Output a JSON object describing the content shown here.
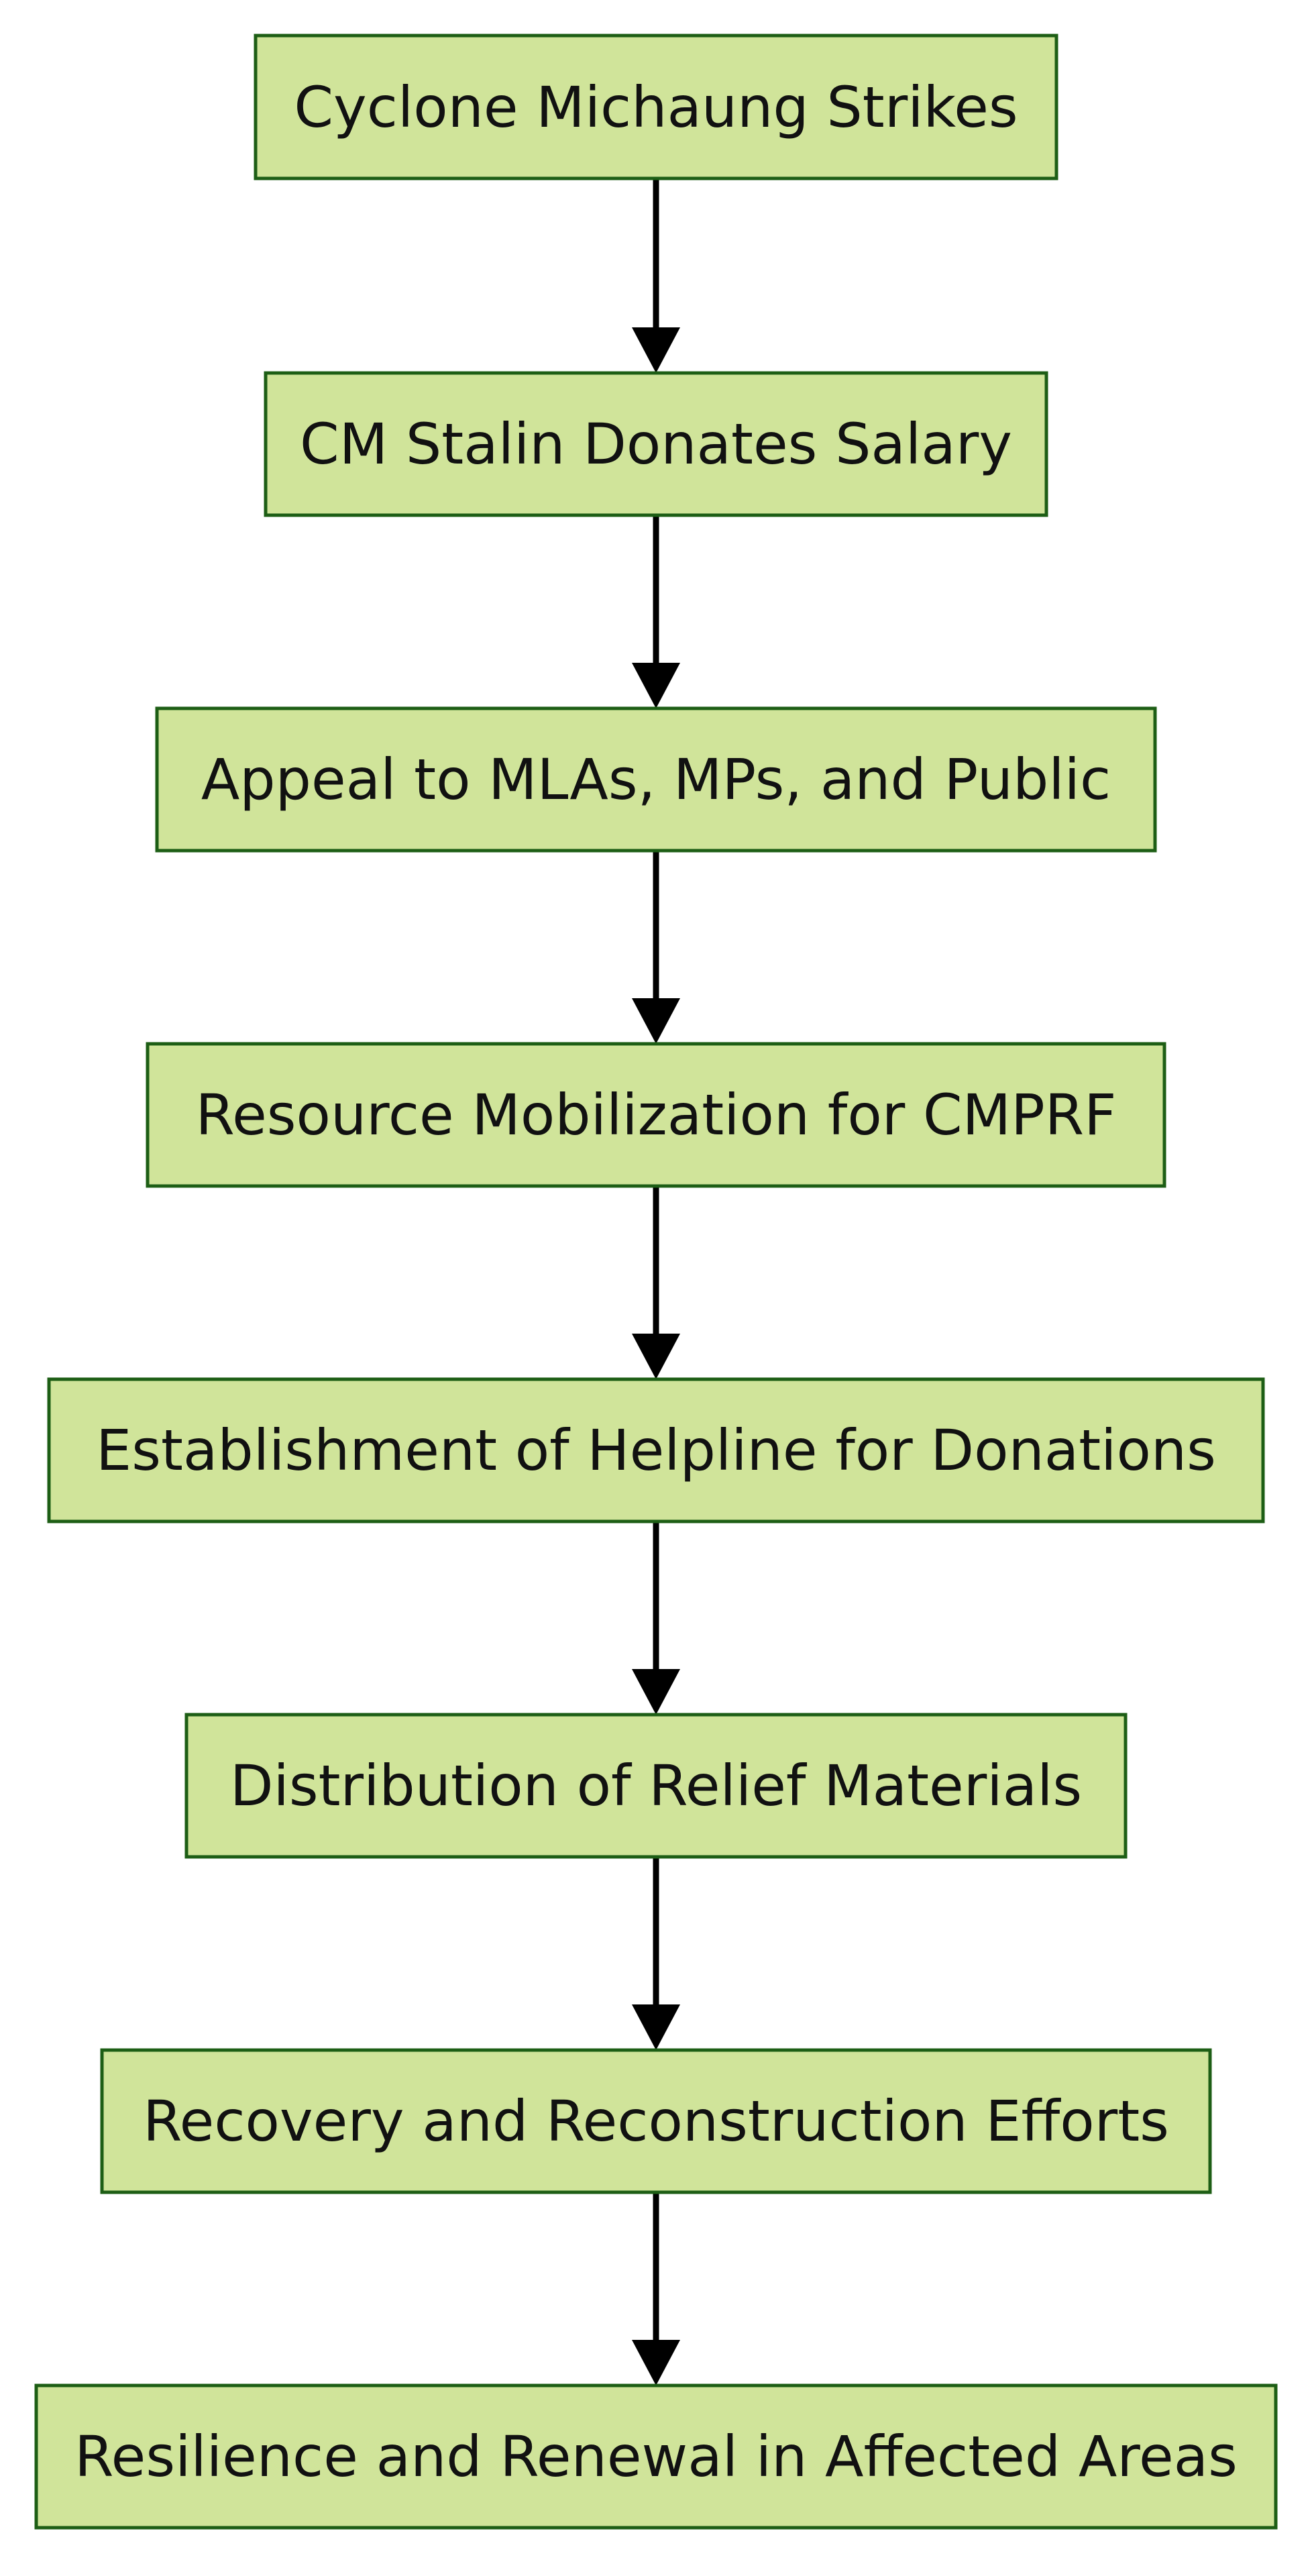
{
  "flowchart": {
    "colors": {
      "node_fill": "#d0e49a",
      "node_border": "#1d5e15",
      "arrow": "#000000",
      "text": "#111111",
      "background": "#ffffff"
    },
    "nodes": [
      {
        "id": "cyclone",
        "label": "Cyclone Michaung Strikes"
      },
      {
        "id": "salary",
        "label": "CM Stalin Donates Salary"
      },
      {
        "id": "appeal",
        "label": "Appeal to MLAs, MPs, and Public"
      },
      {
        "id": "mobilization",
        "label": "Resource Mobilization for CMPRF"
      },
      {
        "id": "helpline",
        "label": "Establishment of Helpline for Donations"
      },
      {
        "id": "distribution",
        "label": "Distribution of Relief Materials"
      },
      {
        "id": "recovery",
        "label": "Recovery and Reconstruction Efforts"
      },
      {
        "id": "resilience",
        "label": "Resilience and Renewal in Affected Areas"
      }
    ],
    "edges": [
      {
        "from": "cyclone",
        "to": "salary"
      },
      {
        "from": "salary",
        "to": "appeal"
      },
      {
        "from": "appeal",
        "to": "mobilization"
      },
      {
        "from": "mobilization",
        "to": "helpline"
      },
      {
        "from": "helpline",
        "to": "distribution"
      },
      {
        "from": "distribution",
        "to": "recovery"
      },
      {
        "from": "recovery",
        "to": "resilience"
      }
    ]
  }
}
